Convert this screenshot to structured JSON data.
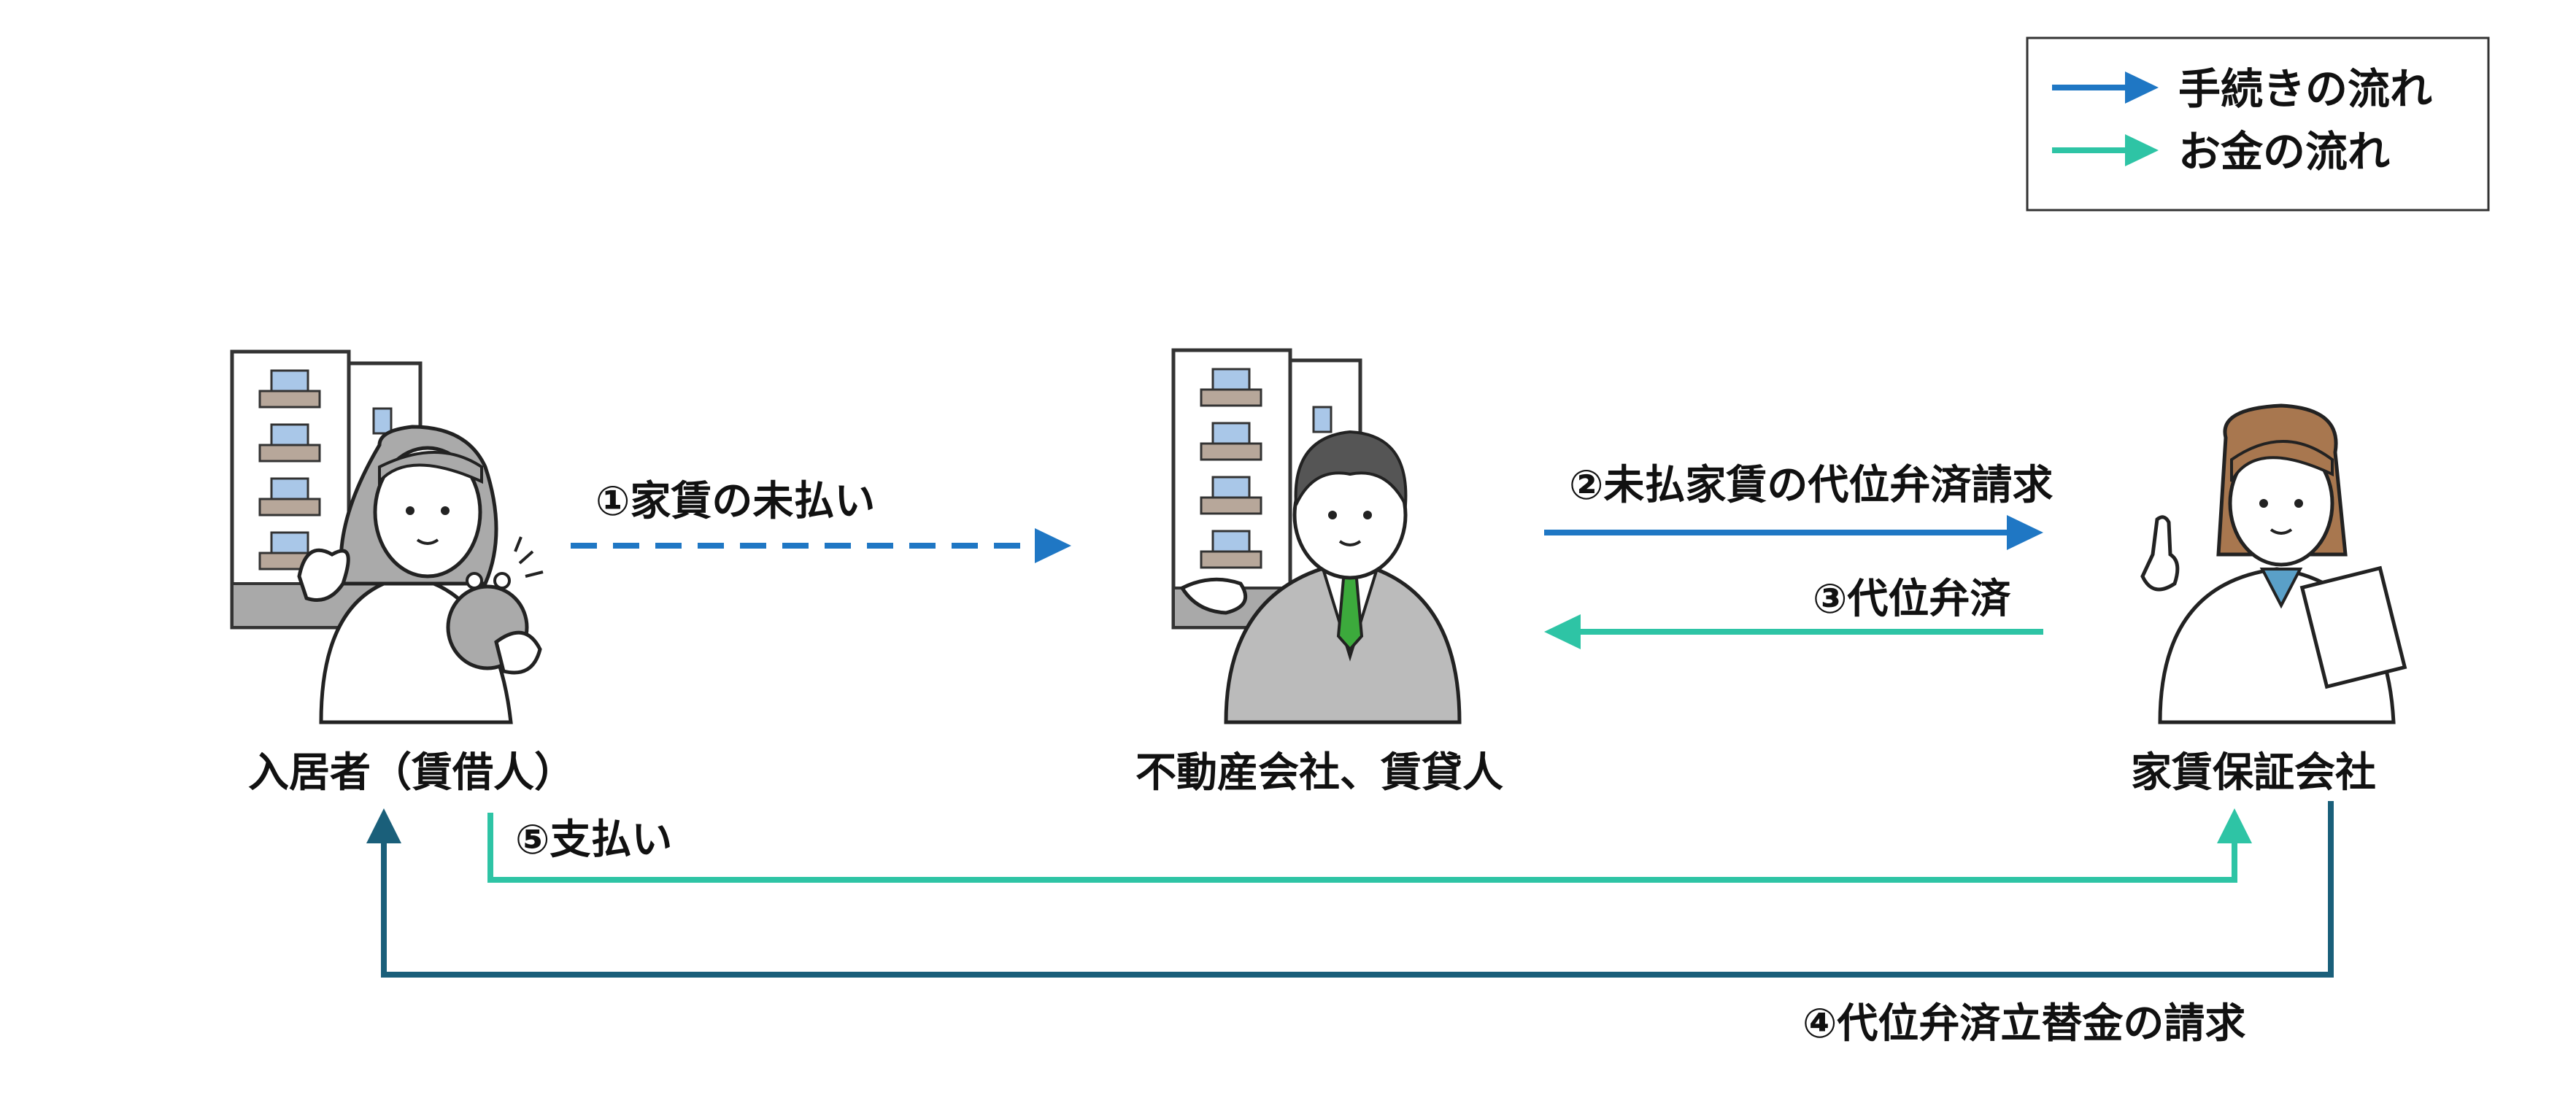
{
  "legend": {
    "items": [
      {
        "label": "手続きの流れ",
        "color": "#1f77c4"
      },
      {
        "label": "お金の流れ",
        "color": "#2ec4a5"
      }
    ]
  },
  "actors": {
    "tenant": "入居者（賃借人）",
    "landlord": "不動産会社、賃貸人",
    "guarantor": "家賃保証会社"
  },
  "flows": {
    "step1": "①家賃の未払い",
    "step2": "②未払家賃の代位弁済請求",
    "step3": "③代位弁済",
    "step4": "④代位弁済立替金の請求",
    "step5": "⑤支払い"
  },
  "colors": {
    "procedure": "#1f77c4",
    "money": "#2ec4a5",
    "claim": "#1a5f7a",
    "building_outline": "#333333",
    "window": "#a9c7e8",
    "balcony": "#b7a79a"
  }
}
